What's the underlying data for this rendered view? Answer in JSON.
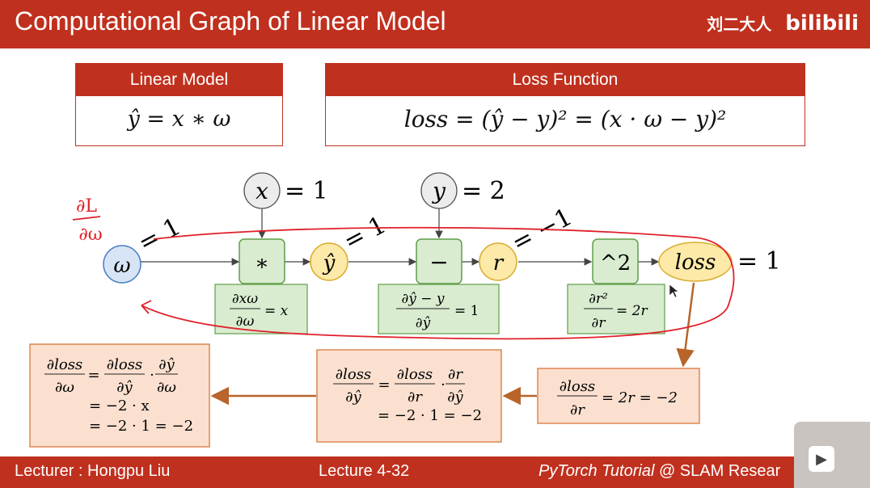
{
  "header": {
    "title": "Computational Graph of Linear Model",
    "brand_name": "刘二大人",
    "brand_logo": "bilibili"
  },
  "linear_model": {
    "title": "Linear Model",
    "formula": "ŷ = x ∗ ω"
  },
  "loss_function": {
    "title": "Loss Function",
    "formula": "loss = (ŷ − y)² = (x · ω − y)²"
  },
  "graph": {
    "input_x": {
      "symbol": "x",
      "value": "= 1"
    },
    "input_y": {
      "symbol": "y",
      "value": "= 2"
    },
    "node_omega": "ω",
    "op_mul": "∗",
    "node_yhat": "ŷ",
    "op_sub": "−",
    "node_r": "r",
    "op_square": "^2",
    "node_loss": "loss",
    "loss_value": "= 1",
    "annot_omega": "= 1",
    "annot_yhat": "= 1",
    "annot_r": "= −1",
    "handwritten_num": "∂L",
    "handwritten_den": "∂ω"
  },
  "local_gradients": {
    "mul": {
      "num": "∂xω",
      "den": "∂ω",
      "rhs": "= x"
    },
    "sub": {
      "num": "∂ŷ − y",
      "den": "∂ŷ",
      "rhs": "= 1"
    },
    "square": {
      "num": "∂r²",
      "den": "∂r",
      "rhs": "= 2r"
    }
  },
  "backprop": {
    "box3": {
      "num": "∂loss",
      "den": "∂r",
      "rhs": "= 2r = −2"
    },
    "box2": {
      "lhs_num": "∂loss",
      "lhs_den": "∂ŷ",
      "eq": "=",
      "t1_num": "∂loss",
      "t1_den": "∂r",
      "dot": "·",
      "t2_num": "∂r",
      "t2_den": "∂ŷ",
      "line2": "= −2 · 1 = −2"
    },
    "box1": {
      "lhs_num": "∂loss",
      "lhs_den": "∂ω",
      "eq": "=",
      "t1_num": "∂loss",
      "t1_den": "∂ŷ",
      "dot": "·",
      "t2_num": "∂ŷ",
      "t2_den": "∂ω",
      "line2": "= −2 · x",
      "line3": "= −2 · 1 = −2"
    }
  },
  "footer": {
    "lecturer": "Lecturer : Hongpu Liu",
    "lecture": "Lecture 4-32",
    "course": "PyTorch Tutorial",
    "org": " @ SLAM Resear"
  },
  "colors": {
    "brand_red": "#c0301e",
    "omega_fill": "#d6e4f5",
    "omega_stroke": "#4a7ec2",
    "op_fill": "#d9ecd0",
    "op_stroke": "#5f9e48",
    "var_fill": "#fde9a8",
    "var_stroke": "#d9ac2f",
    "input_fill": "#ececec",
    "back_fill": "#fbe0cf",
    "back_stroke": "#d9763a",
    "arrow_brown": "#b8642b",
    "pen_red": "#e0202a"
  }
}
